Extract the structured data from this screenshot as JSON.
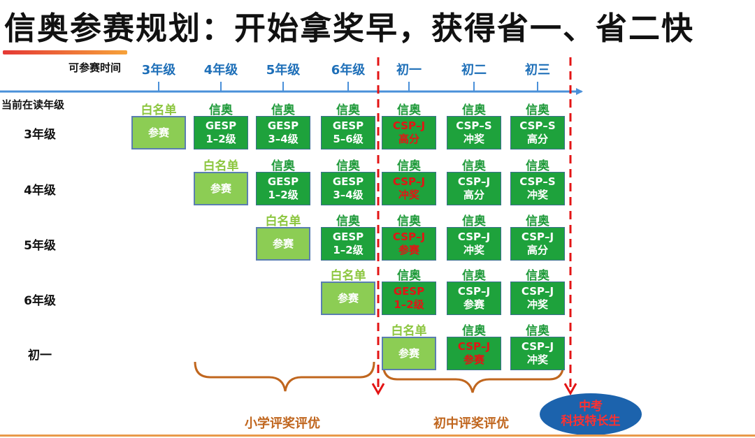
{
  "title": "信奥参赛规划：开始拿奖早，获得省一、省二快",
  "axis": {
    "time_label": "可参赛时间",
    "grade_label": "当前在读年级",
    "columns": [
      "3年级",
      "4年级",
      "5年级",
      "6年级",
      "初一",
      "初二",
      "初三"
    ],
    "rows": [
      "3年级",
      "4年级",
      "5年级",
      "6年级",
      "初一"
    ]
  },
  "colors": {
    "dark_green": "#1ea23c",
    "light_green": "#8ccd54",
    "red_text": "#e31414",
    "bracket": "#c0661e",
    "blue_arrow": "#4a90d9",
    "ellipse": "#1c63ad"
  },
  "cells": [
    {
      "row": 0,
      "col": 0,
      "caption": "白名单",
      "line1": "参赛",
      "line2": "",
      "style": "light",
      "red": false
    },
    {
      "row": 0,
      "col": 1,
      "caption": "信奥",
      "line1": "GESP",
      "line2": "1–2级",
      "style": "dark",
      "red": false
    },
    {
      "row": 0,
      "col": 2,
      "caption": "信奥",
      "line1": "GESP",
      "line2": "3–4级",
      "style": "dark",
      "red": false
    },
    {
      "row": 0,
      "col": 3,
      "caption": "信奥",
      "line1": "GESP",
      "line2": "5–6级",
      "style": "dark",
      "red": false
    },
    {
      "row": 0,
      "col": 4,
      "caption": "信奥",
      "line1": "CSP–J",
      "line2": "高分",
      "style": "dark",
      "red": true
    },
    {
      "row": 0,
      "col": 5,
      "caption": "信奥",
      "line1": "CSP–S",
      "line2": "冲奖",
      "style": "dark",
      "red": false
    },
    {
      "row": 0,
      "col": 6,
      "caption": "信奥",
      "line1": "CSP–S",
      "line2": "高分",
      "style": "dark",
      "red": false
    },
    {
      "row": 1,
      "col": 1,
      "caption": "白名单",
      "line1": "参赛",
      "line2": "",
      "style": "light",
      "red": false
    },
    {
      "row": 1,
      "col": 2,
      "caption": "信奥",
      "line1": "GESP",
      "line2": "1–2级",
      "style": "dark",
      "red": false
    },
    {
      "row": 1,
      "col": 3,
      "caption": "信奥",
      "line1": "GESP",
      "line2": "3–4级",
      "style": "dark",
      "red": false
    },
    {
      "row": 1,
      "col": 4,
      "caption": "信奥",
      "line1": "CSP–J",
      "line2": "冲奖",
      "style": "dark",
      "red": true
    },
    {
      "row": 1,
      "col": 5,
      "caption": "信奥",
      "line1": "CSP–J",
      "line2": "高分",
      "style": "dark",
      "red": false
    },
    {
      "row": 1,
      "col": 6,
      "caption": "信奥",
      "line1": "CSP–S",
      "line2": "冲奖",
      "style": "dark",
      "red": false
    },
    {
      "row": 2,
      "col": 2,
      "caption": "白名单",
      "line1": "参赛",
      "line2": "",
      "style": "light",
      "red": false
    },
    {
      "row": 2,
      "col": 3,
      "caption": "信奥",
      "line1": "GESP",
      "line2": "1–2级",
      "style": "dark",
      "red": false
    },
    {
      "row": 2,
      "col": 4,
      "caption": "信奥",
      "line1": "CSP–J",
      "line2": "参赛",
      "style": "dark",
      "red": true
    },
    {
      "row": 2,
      "col": 5,
      "caption": "信奥",
      "line1": "CSP–J",
      "line2": "冲奖",
      "style": "dark",
      "red": false
    },
    {
      "row": 2,
      "col": 6,
      "caption": "信奥",
      "line1": "CSP–J",
      "line2": "高分",
      "style": "dark",
      "red": false
    },
    {
      "row": 3,
      "col": 3,
      "caption": "白名单",
      "line1": "参赛",
      "line2": "",
      "style": "light",
      "red": false
    },
    {
      "row": 3,
      "col": 4,
      "caption": "信奥",
      "line1": "GESP",
      "line2": "1–2级",
      "style": "dark",
      "red": true
    },
    {
      "row": 3,
      "col": 5,
      "caption": "信奥",
      "line1": "CSP–J",
      "line2": "参赛",
      "style": "dark",
      "red": false
    },
    {
      "row": 3,
      "col": 6,
      "caption": "信奥",
      "line1": "CSP–J",
      "line2": "冲奖",
      "style": "dark",
      "red": false
    },
    {
      "row": 4,
      "col": 4,
      "caption": "白名单",
      "line1": "参赛",
      "line2": "",
      "style": "light",
      "red": false
    },
    {
      "row": 4,
      "col": 5,
      "caption": "信奥",
      "line1": "CSP–J",
      "line2": "参赛",
      "style": "dark",
      "red": true
    },
    {
      "row": 4,
      "col": 6,
      "caption": "信奥",
      "line1": "CSP–J",
      "line2": "冲奖",
      "style": "dark",
      "red": false
    }
  ],
  "buckets": {
    "primary": "小学评奖评优",
    "junior": "初中评奖评优"
  },
  "goal": {
    "line1": "中考",
    "line2": "科技特长生"
  }
}
